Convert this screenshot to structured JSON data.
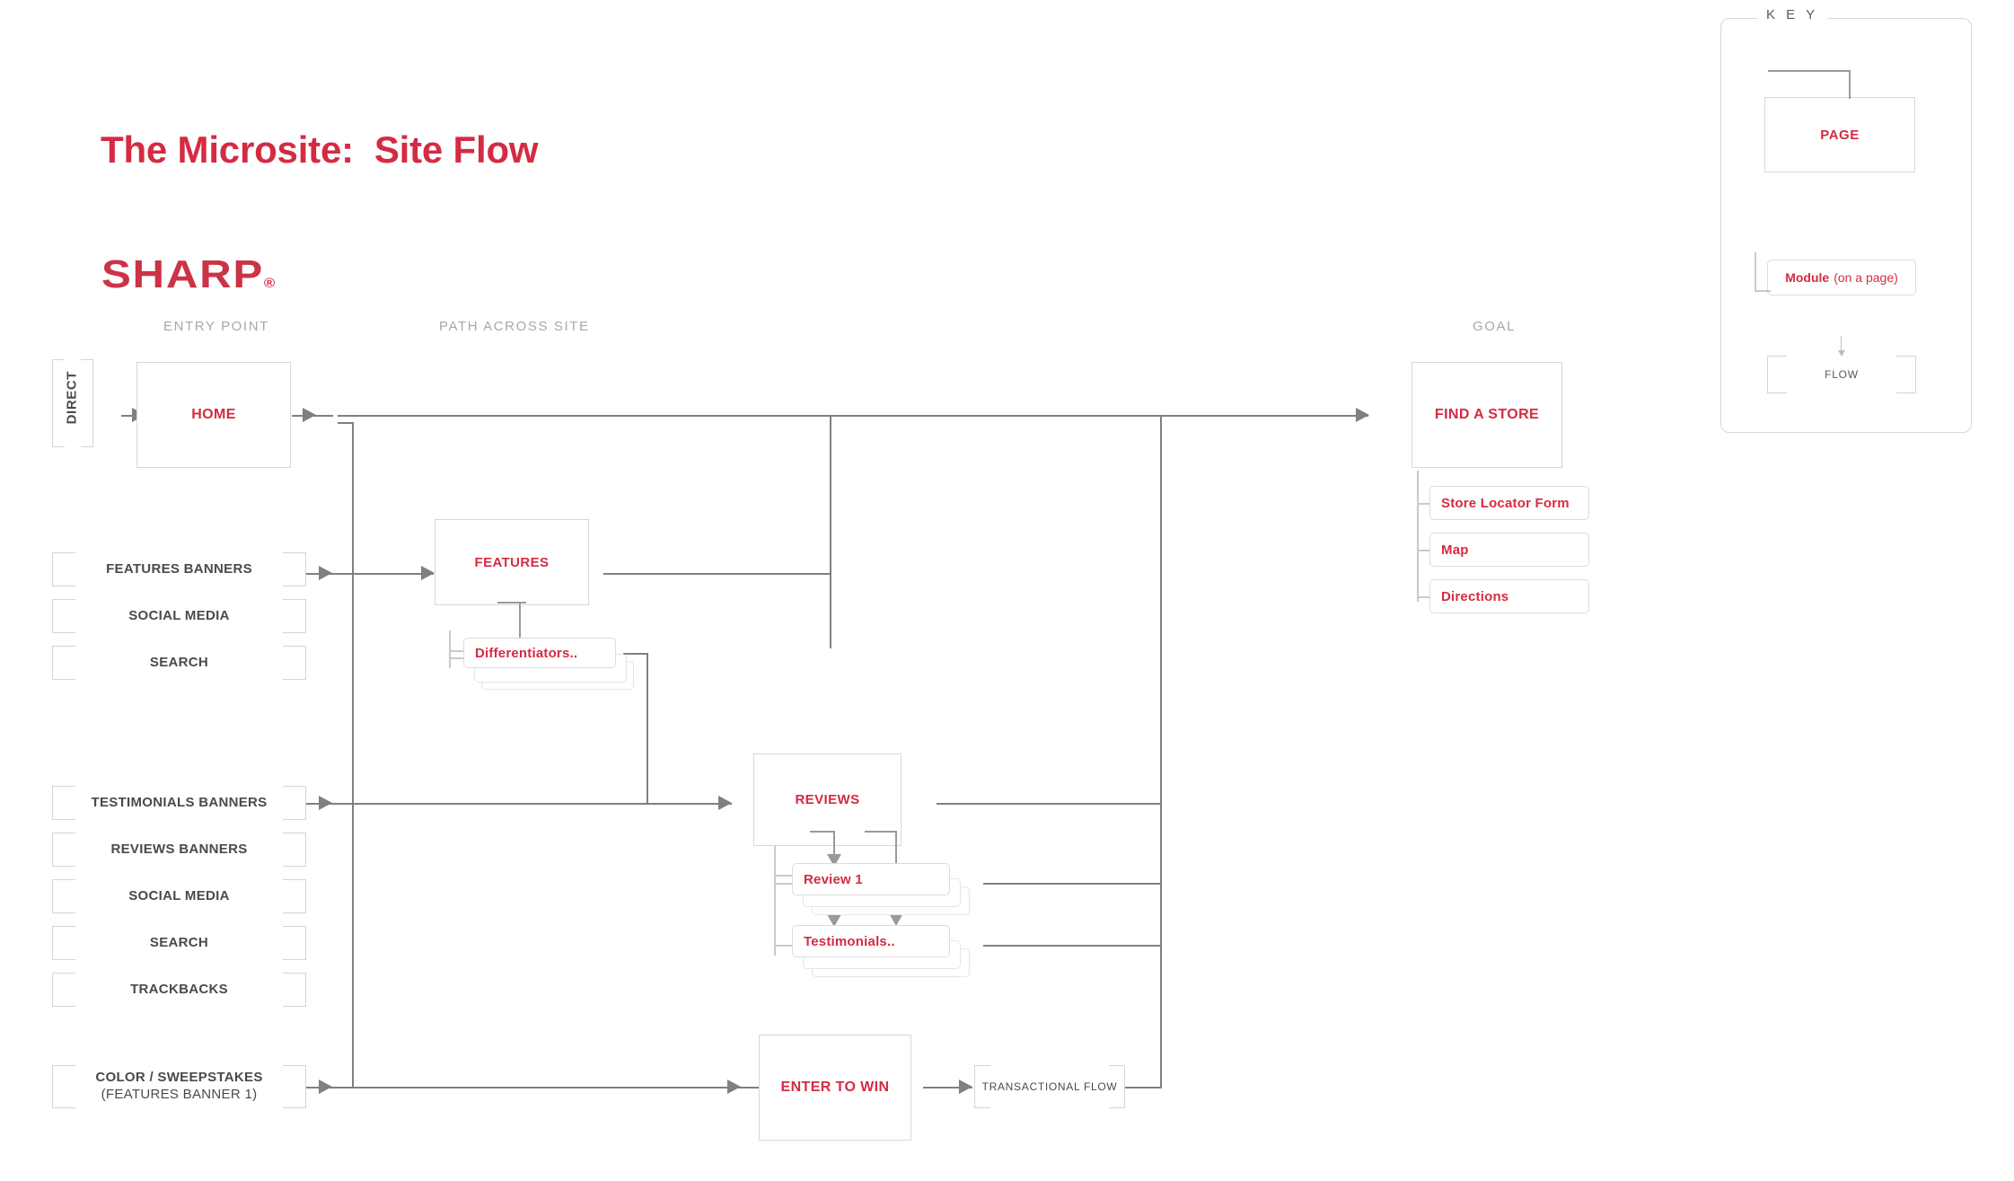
{
  "header": {
    "title": "The Microsite:  Site Flow",
    "brand": "SHARP",
    "brand_mark": "®"
  },
  "columns": [
    {
      "label": "ENTRY POINT"
    },
    {
      "label": "PATH ACROSS SITE"
    },
    {
      "label": "GOAL"
    }
  ],
  "entry_points": {
    "direct": {
      "label": "DIRECT"
    },
    "group_features": [
      {
        "label": "FEATURES BANNERS"
      },
      {
        "label": "SOCIAL MEDIA"
      },
      {
        "label": "SEARCH"
      }
    ],
    "group_reviews": [
      {
        "label": "TESTIMONIALS BANNERS"
      },
      {
        "label": "REVIEWS BANNERS"
      },
      {
        "label": "SOCIAL MEDIA"
      },
      {
        "label": "SEARCH"
      },
      {
        "label": "TRACKBACKS"
      }
    ],
    "group_sweepstakes": {
      "line1": "COLOR / SWEEPSTAKES",
      "line2": "(FEATURES BANNER 1)"
    }
  },
  "pages": {
    "home": {
      "label": "HOME"
    },
    "features": {
      "label": "FEATURES"
    },
    "reviews": {
      "label": "REVIEWS"
    },
    "enter_to_win": {
      "label": "ENTER TO WIN"
    },
    "find_a_store": {
      "label": "FIND A STORE"
    }
  },
  "modules": {
    "differentiators": {
      "label": "Differentiators.."
    },
    "review_1": {
      "label": "Review 1"
    },
    "testimonials": {
      "label": "Testimonials.."
    },
    "store_locator_form": {
      "label": "Store Locator Form"
    },
    "map": {
      "label": "Map"
    },
    "directions": {
      "label": "Directions"
    }
  },
  "transactional": {
    "label": "TRANSACTIONAL FLOW"
  },
  "key": {
    "title": "K E Y",
    "page_label": "PAGE",
    "module_label_bold": "Module",
    "module_label_normal": "(on a page)",
    "flow_label": "FLOW"
  },
  "colors": {
    "brand_red": "#D42B43",
    "line_gray": "#808080",
    "box_border": "#D8D8D8",
    "heading_gray": "#A8A8A8",
    "text_dark": "#4A4A4A"
  }
}
